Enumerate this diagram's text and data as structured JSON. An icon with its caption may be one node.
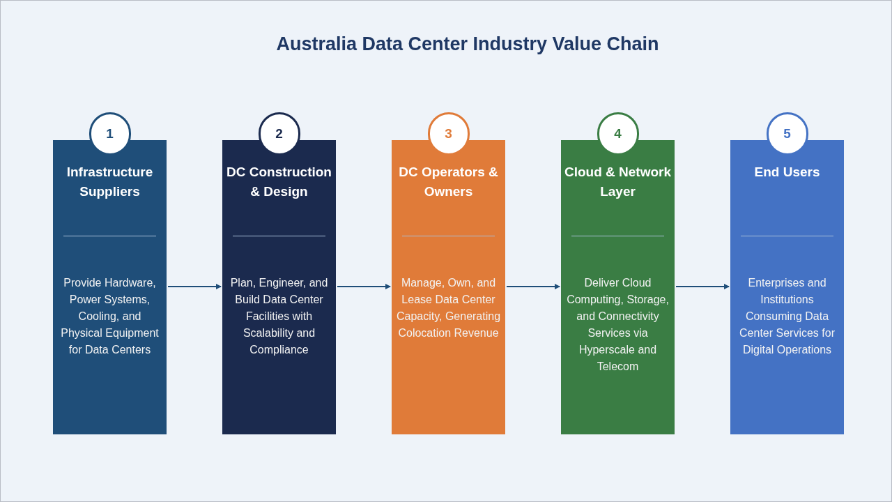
{
  "diagram": {
    "title": "Australia Data Center Industry Value Chain",
    "nodes": [
      {
        "text": [
          "1"
        ]
      },
      {
        "text": [
          "Infrastructure Suppliers",
          "Provide Hardware, Power Systems, Cooling, and Physical Equipment for Data Centers"
        ]
      },
      {
        "text": [
          "2"
        ]
      },
      {
        "text": [
          "DC Construction & Design",
          "Plan, Engineer, and Build Data Center Facilities with Scalability and Compliance"
        ]
      },
      {
        "text": [
          "3"
        ]
      },
      {
        "text": [
          "DC Operators & Owners",
          "Manage, Own, and Lease Data Center Capacity, Generating Colocation Revenue"
        ]
      },
      {
        "text": [
          "4"
        ]
      },
      {
        "text": [
          "Cloud & Network Layer",
          "Deliver Cloud Computing, Storage, and Connectivity Services via Hyperscale and Telecom"
        ]
      },
      {
        "text": [
          "5"
        ]
      },
      {
        "text": [
          "End Users",
          "Enterprises and Institutions Consuming Data Center Services for Digital Operations"
        ]
      }
    ],
    "edges": [
      {
        "from": 1,
        "to": 3,
        "arrow": "to"
      },
      {
        "from": 3,
        "to": 5,
        "arrow": "to"
      },
      {
        "from": 5,
        "to": 7,
        "arrow": "to"
      },
      {
        "from": 7,
        "to": 9,
        "arrow": "to"
      }
    ]
  }
}
